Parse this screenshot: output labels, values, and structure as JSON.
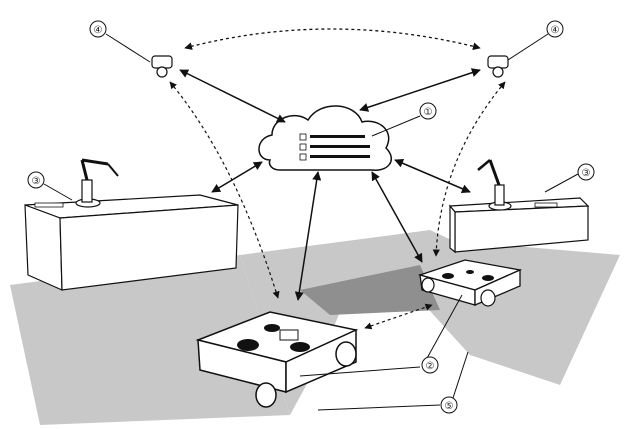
{
  "callouts": {
    "cloud": "①",
    "robot_vehicle": "②",
    "robot_arm": "③",
    "camera": "④",
    "floor_area": "⑤"
  },
  "colors": {
    "line": "#111111",
    "floor": "#c8c8c8",
    "floor_dark": "#8f8f8f",
    "fill": "#ffffff"
  },
  "icons": [
    "cloud-server-icon",
    "camera-icon",
    "robot-arm-icon",
    "mobile-robot-icon"
  ]
}
